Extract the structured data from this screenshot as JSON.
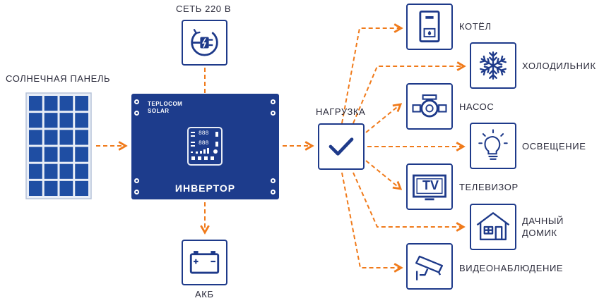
{
  "diagram": {
    "grid_source_label": "СЕТЬ 220 В",
    "solar_panel_label": "СОЛНЕЧНАЯ ПАНЕЛЬ",
    "inverter": {
      "brand_line1": "TEPLOCOM",
      "brand_line2": "SOLAR",
      "screen_digits": "888",
      "title": "ИНВЕРТОР"
    },
    "battery_label": "АКБ",
    "load_label": "НАГРУЗКА",
    "tv_screen_text": "TV",
    "consumers": [
      {
        "label": "КОТЁЛ",
        "icon": "boiler-icon"
      },
      {
        "label": "ХОЛОДИЛЬНИК",
        "icon": "snowflake-icon"
      },
      {
        "label": "НАСОС",
        "icon": "pump-icon"
      },
      {
        "label": "ОСВЕЩЕНИЕ",
        "icon": "lightbulb-icon"
      },
      {
        "label": "ТЕЛЕВИЗОР",
        "icon": "tv-icon"
      },
      {
        "label": "ДАЧНЫЙ ДОМИК",
        "icon": "house-icon"
      },
      {
        "label": "ВИДЕОНАБЛЮДЕНИЕ",
        "icon": "cctv-camera-icon"
      }
    ],
    "colors": {
      "primary_blue": "#1e3a8a",
      "inverter_blue": "#1d3c8c",
      "arrow_orange": "#f07a1a",
      "panel_cell_blue": "#1f4ea3"
    }
  }
}
